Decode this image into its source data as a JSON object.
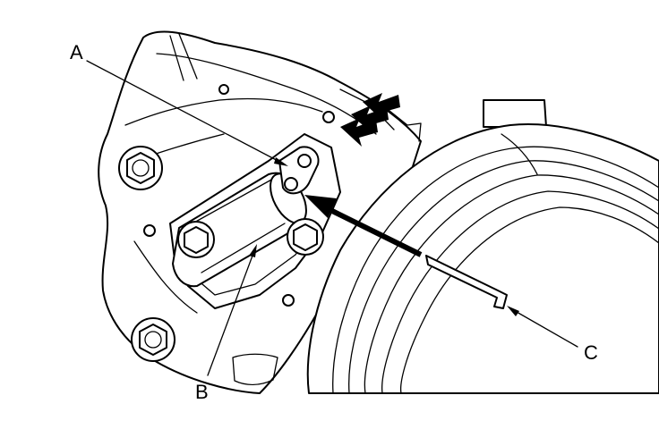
{
  "callouts": {
    "a": "A",
    "b": "B",
    "c": "C"
  },
  "colors": {
    "ink": "#000000",
    "background": "#ffffff"
  }
}
